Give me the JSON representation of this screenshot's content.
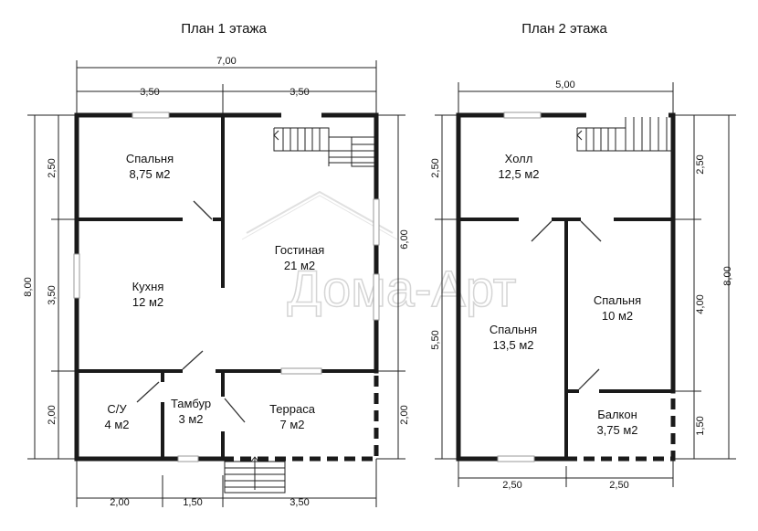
{
  "plan1": {
    "title": "План 1 этажа",
    "dims": {
      "top_total": "7,00",
      "top_left": "3,50",
      "top_right": "3,50",
      "left_1": "2,50",
      "left_2": "3,50",
      "left_3": "2,00",
      "left_total": "8,00",
      "right_upper": "6,00",
      "right_lower": "2,00",
      "bottom_1": "2,00",
      "bottom_2": "1,50",
      "bottom_3": "3,50"
    },
    "rooms": {
      "bedroom": {
        "name": "Спальня",
        "area": "8,75 м2"
      },
      "living": {
        "name": "Гостиная",
        "area": "21 м2"
      },
      "kitchen": {
        "name": "Кухня",
        "area": "12 м2"
      },
      "wc": {
        "name": "С/У",
        "area": "4 м2"
      },
      "vestibule": {
        "name": "Тамбур",
        "area": "3 м2"
      },
      "terrace": {
        "name": "Терраса",
        "area": "7 м2"
      }
    }
  },
  "plan2": {
    "title": "План 2 этажа",
    "dims": {
      "top_total": "5,00",
      "left_1": "2,50",
      "left_2": "5,50",
      "right_1": "2,50",
      "right_2": "4,00",
      "right_3": "1,50",
      "right_total": "8,00",
      "bottom_1": "2,50",
      "bottom_2": "2,50"
    },
    "rooms": {
      "hall": {
        "name": "Холл",
        "area": "12,5 м2"
      },
      "bedroom_left": {
        "name": "Спальня",
        "area": "13,5 м2"
      },
      "bedroom_right": {
        "name": "Спальня",
        "area": "10 м2"
      },
      "balcony": {
        "name": "Балкон",
        "area": "3,75 м2"
      }
    }
  },
  "watermark": "Дома-Арт"
}
